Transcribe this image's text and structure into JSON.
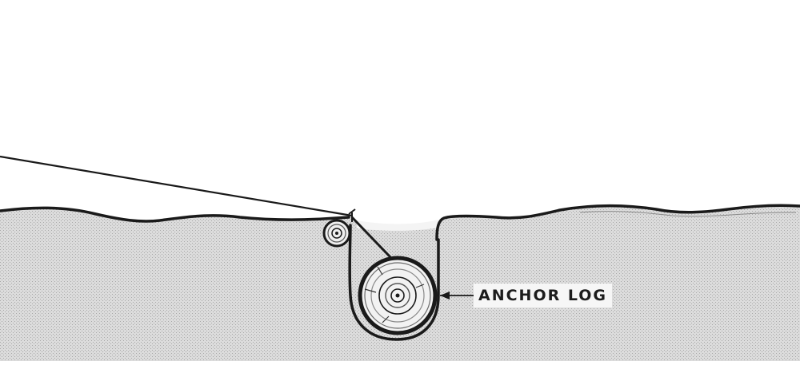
{
  "diagram": {
    "type": "technical-illustration",
    "subject": "cable anchored by buried log in trench",
    "labels": {
      "anchor_log": "ANCHOR LOG"
    },
    "elements": [
      {
        "name": "cable",
        "description": "line from upper-left descending to ground level, wrapping around small log into trench and under anchor log"
      },
      {
        "name": "small-log",
        "description": "small cross-section log at trench lip"
      },
      {
        "name": "anchor-log",
        "description": "large cross-section log buried in trench"
      },
      {
        "name": "ground",
        "description": "stippled gray soil section with wavy surface line"
      },
      {
        "name": "trench",
        "description": "U-shaped trench cut into ground holding anchor log"
      }
    ],
    "colors": {
      "background": "#ffffff",
      "ground_fill": "#d9d9d9",
      "line": "#1a1a1a",
      "log_fill": "#f2f2f2"
    }
  }
}
